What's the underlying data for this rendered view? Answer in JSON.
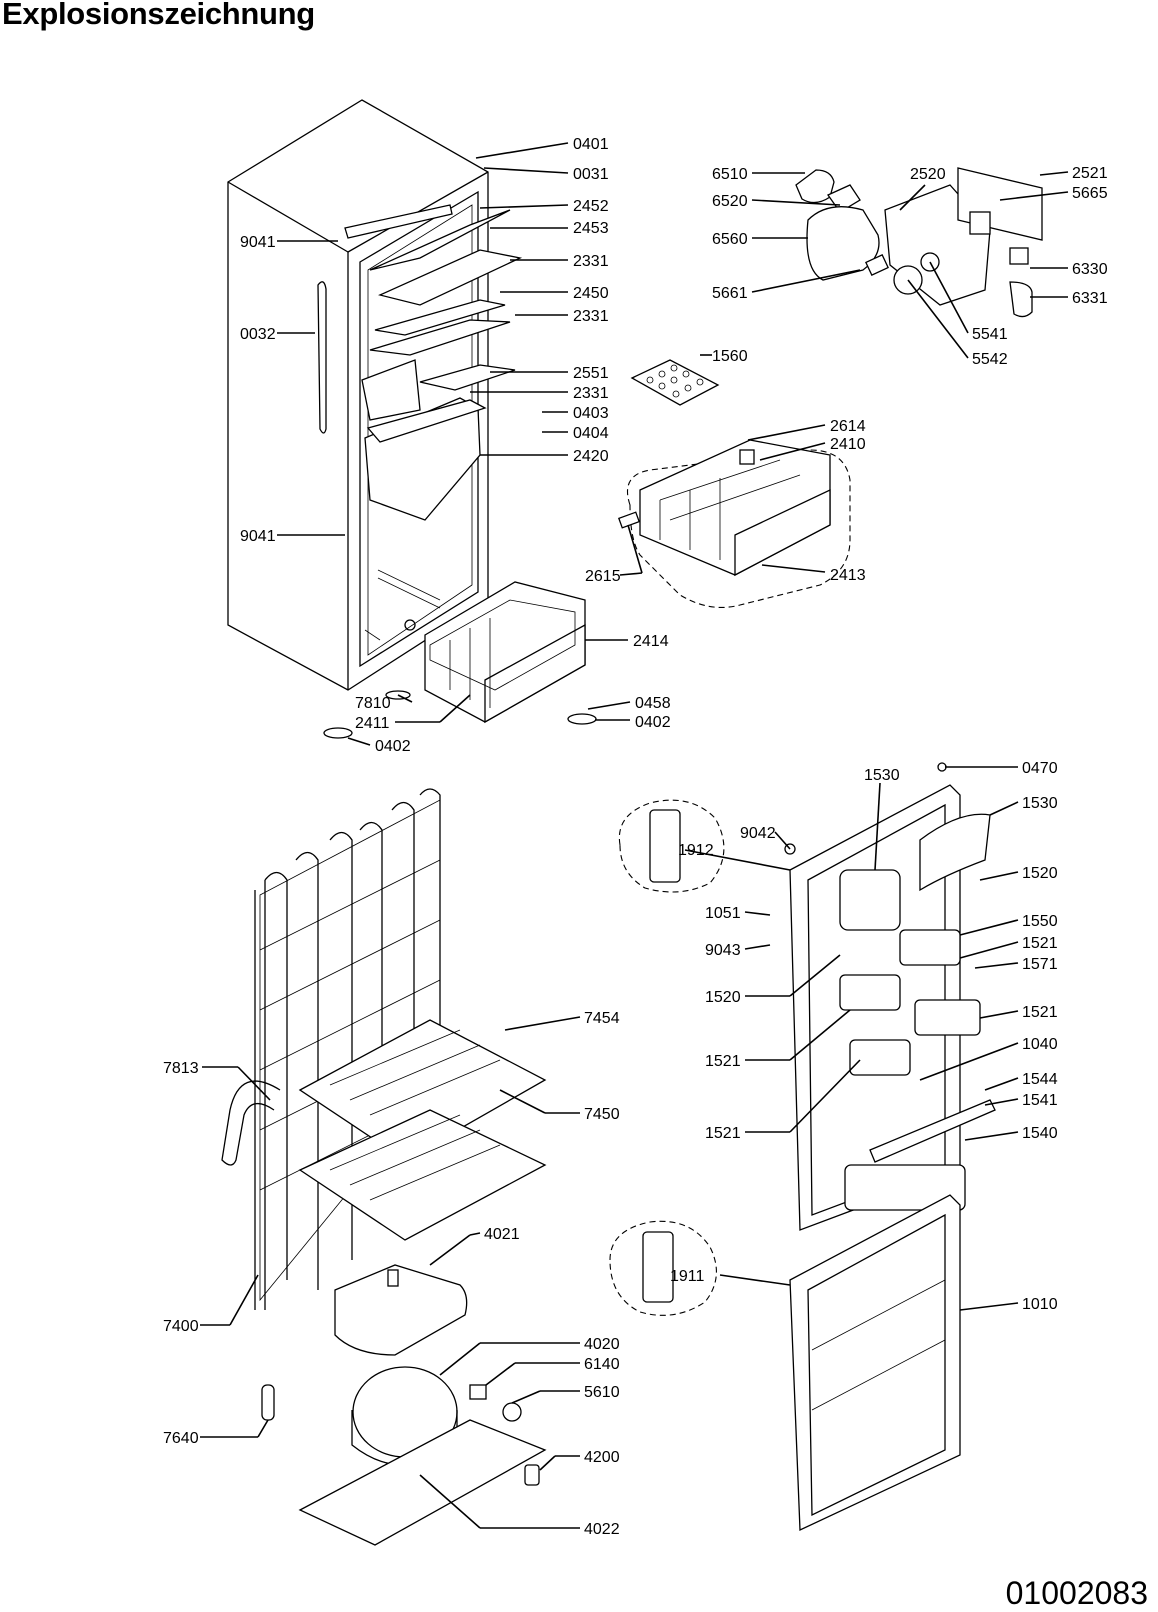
{
  "title": "Explosionszeichnung",
  "doc_number": "01002083",
  "labels": {
    "l0401": "0401",
    "l0031": "0031",
    "l2452": "2452",
    "l2453": "2453",
    "l2331a": "2331",
    "l2450": "2450",
    "l2331b": "2331",
    "l2551": "2551",
    "l2331c": "2331",
    "l0403": "0403",
    "l0404": "0404",
    "l2420": "2420",
    "l9041a": "9041",
    "l0032": "0032",
    "l9041b": "9041",
    "l6510": "6510",
    "l6520": "6520",
    "l6560": "6560",
    "l5661": "5661",
    "l2520": "2520",
    "l2521": "2521",
    "l5665": "5665",
    "l6330": "6330",
    "l6331": "6331",
    "l5541": "5541",
    "l5542": "5542",
    "l1560": "1560",
    "l2614": "2614",
    "l2410": "2410",
    "l2615": "2615",
    "l2413": "2413",
    "l2414": "2414",
    "l7810": "7810",
    "l2411": "2411",
    "l0458": "0458",
    "l0402a": "0402",
    "l0402b": "0402",
    "l0470": "0470",
    "l1530a": "1530",
    "l1530b": "1530",
    "l9042": "9042",
    "l1912": "1912",
    "l1520a": "1520",
    "l1051": "1051",
    "l1550": "1550",
    "l9043": "9043",
    "l1521a": "1521",
    "l1571": "1571",
    "l1520b": "1520",
    "l1521b": "1521",
    "l1521c": "1521",
    "l1040": "1040",
    "l1544": "1544",
    "l1541": "1541",
    "l1521d": "1521",
    "l1540": "1540",
    "l7454": "7454",
    "l7813": "7813",
    "l7450": "7450",
    "l4021": "4021",
    "l1911": "1911",
    "l1010": "1010",
    "l7400": "7400",
    "l4020": "4020",
    "l6140": "6140",
    "l5610": "5610",
    "l7640": "7640",
    "l4200": "4200",
    "l4022": "4022"
  }
}
